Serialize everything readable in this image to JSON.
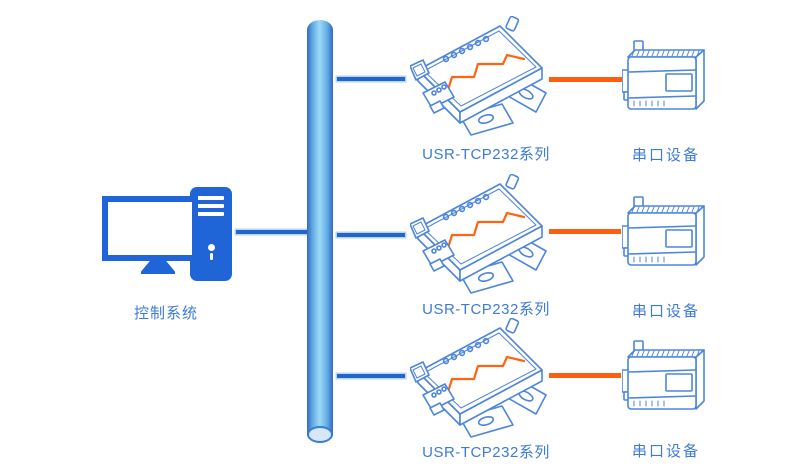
{
  "diagram": {
    "title_implied": "serial-device networking topology",
    "controller": {
      "label": "控制系统",
      "icon": "desktop-computer-icon"
    },
    "bus": {
      "name": "network-bus-pipe",
      "style": "vertical blue cylinder"
    },
    "rows": [
      {
        "converter_label": "USR-TCP232系列",
        "device_label": "串口设备"
      },
      {
        "converter_label": "USR-TCP232系列",
        "device_label": "串口设备"
      },
      {
        "converter_label": "USR-TCP232系列",
        "device_label": "串口设备"
      }
    ],
    "colors": {
      "solid_blue": "#2065d8",
      "outline_blue": "#4d85dd",
      "line_blue": "#2166cc",
      "line_blue_halo": "#adcbf3",
      "orange": "#ff5e10",
      "label_blue": "#3c7bd9",
      "pipe_edge": "#3268bd",
      "pipe_center": "#9ddaf6",
      "pipe_cap_fill": "#d6e7f8"
    }
  }
}
